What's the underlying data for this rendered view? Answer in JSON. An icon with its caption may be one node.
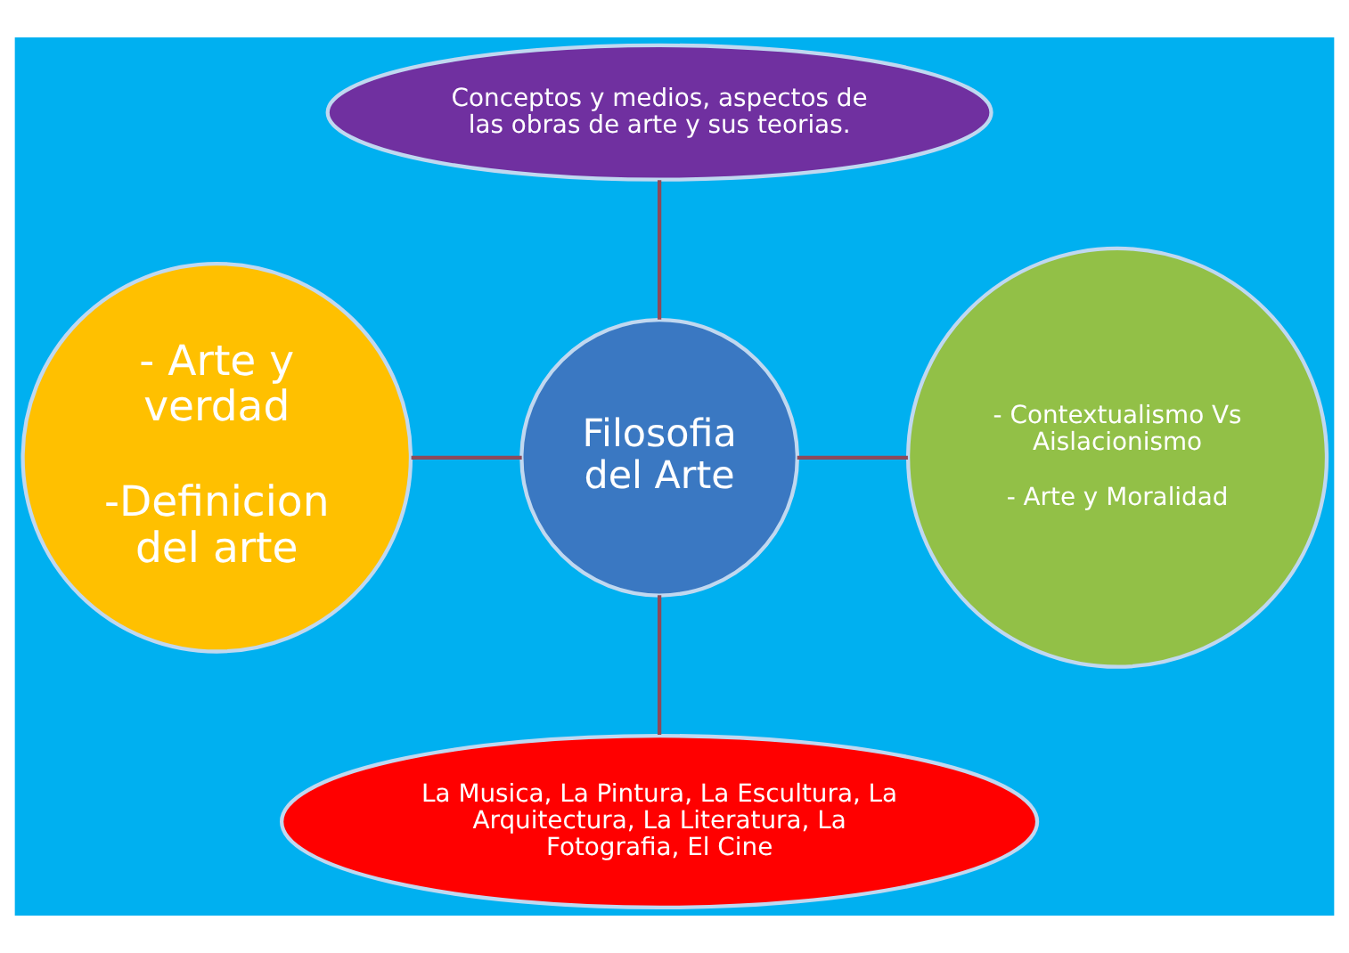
{
  "diagram": {
    "nodes": [
      {
        "text": [
          "Filosofia del Arte"
        ]
      },
      {
        "text": [
          "Conceptos y medios, aspectos de las obras de arte y sus teorias."
        ]
      },
      {
        "text": [
          "- Arte y verdad",
          "-Definicion del arte"
        ]
      },
      {
        "text": [
          "- Contextualismo Vs Aislacionismo",
          "- Arte y Moralidad"
        ]
      },
      {
        "text": [
          "La Musica, La Pintura, La Escultura, La Arquitectura, La Literatura, La Fotografia, El Cine"
        ]
      }
    ],
    "edges": [
      {
        "from": 0,
        "to": 1,
        "arrow": "none"
      },
      {
        "from": 0,
        "to": 2,
        "arrow": "none"
      },
      {
        "from": 0,
        "to": 3,
        "arrow": "none"
      },
      {
        "from": 0,
        "to": 4,
        "arrow": "none"
      }
    ]
  }
}
